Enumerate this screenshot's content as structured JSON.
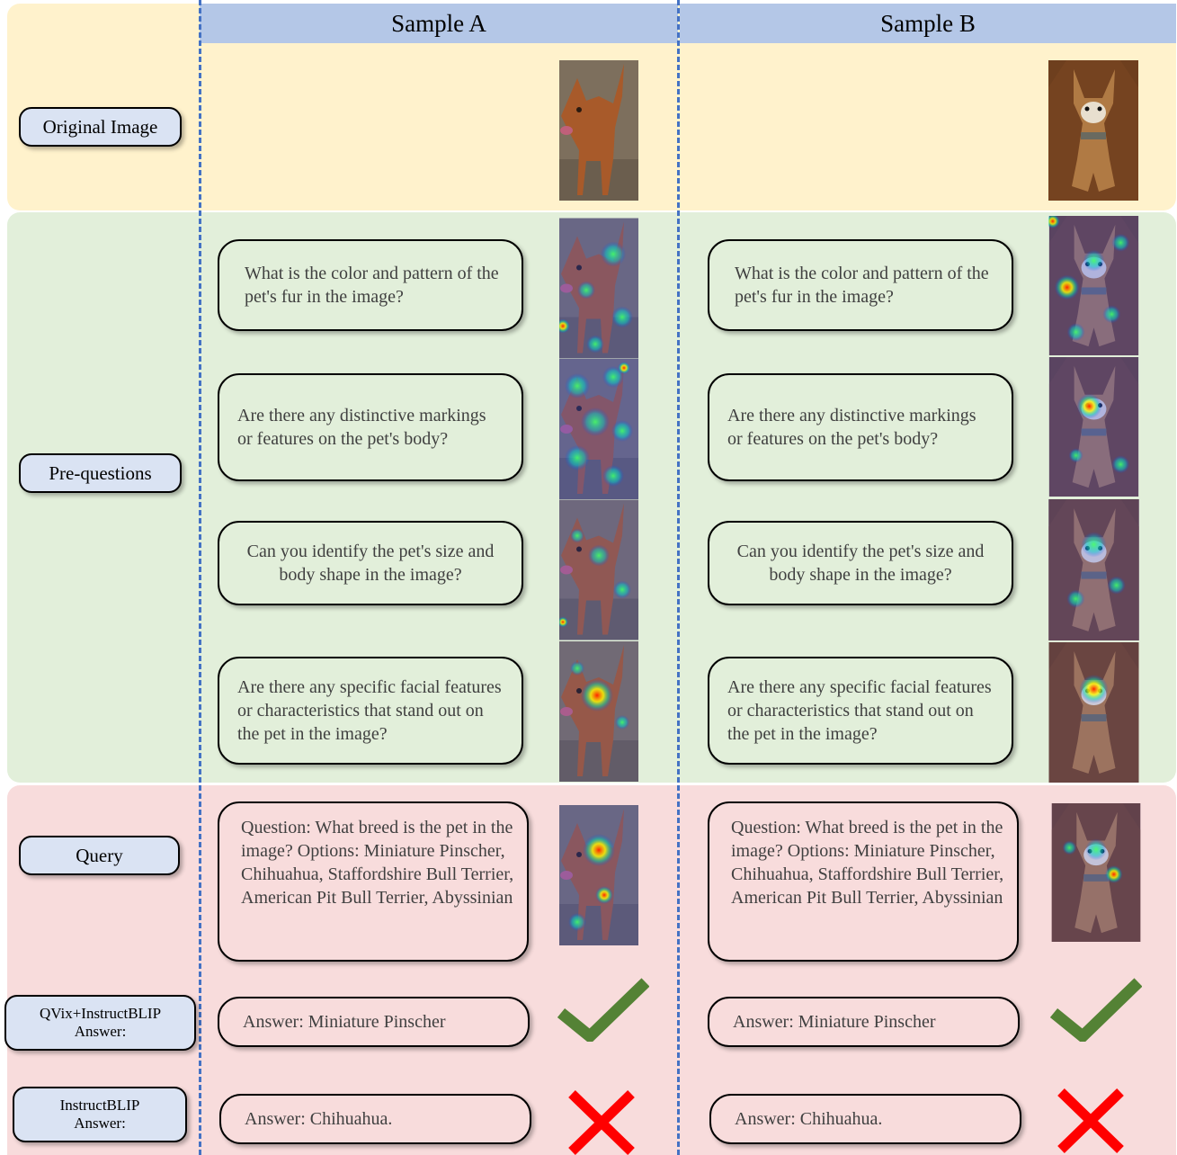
{
  "columns": {
    "a": "Sample A",
    "b": "Sample B"
  },
  "row_labels": {
    "original": "Original Image",
    "prequestions": "Pre-questions",
    "query": "Query",
    "qvix": "QVix+InstructBLIP\nAnswer:",
    "instructblip": "InstructBLIP\nAnswer:"
  },
  "prequestions": [
    "What is the color and pattern of the pet's fur in the image?",
    "Are there any distinctive markings or features on the pet's body?",
    "Can you identify the pet's size and body shape in the image?",
    "Are there any specific facial features or characteristics that stand out on the pet in the image?"
  ],
  "query": "Question: What breed is the pet in the image? Options: Miniature Pinscher, Chihuahua, Staffordshire Bull Terrier, American Pit Bull Terrier, Abyssinian",
  "answers": {
    "qvix": "Answer: Miniature Pinscher",
    "instructblip": "Answer: Chihuahua."
  },
  "results": {
    "qvix": "correct",
    "instructblip": "incorrect"
  },
  "colors": {
    "original_bg": "#fff2cc",
    "prequestions_bg": "#e2efda",
    "query_bg": "#f8dcdc",
    "header_bg": "#b4c7e7",
    "label_bg": "#dae3f3",
    "divider": "#4472c4",
    "check": "#548235",
    "cross": "#ff0000"
  },
  "icons": {
    "correct": "check-icon",
    "incorrect": "cross-icon"
  }
}
